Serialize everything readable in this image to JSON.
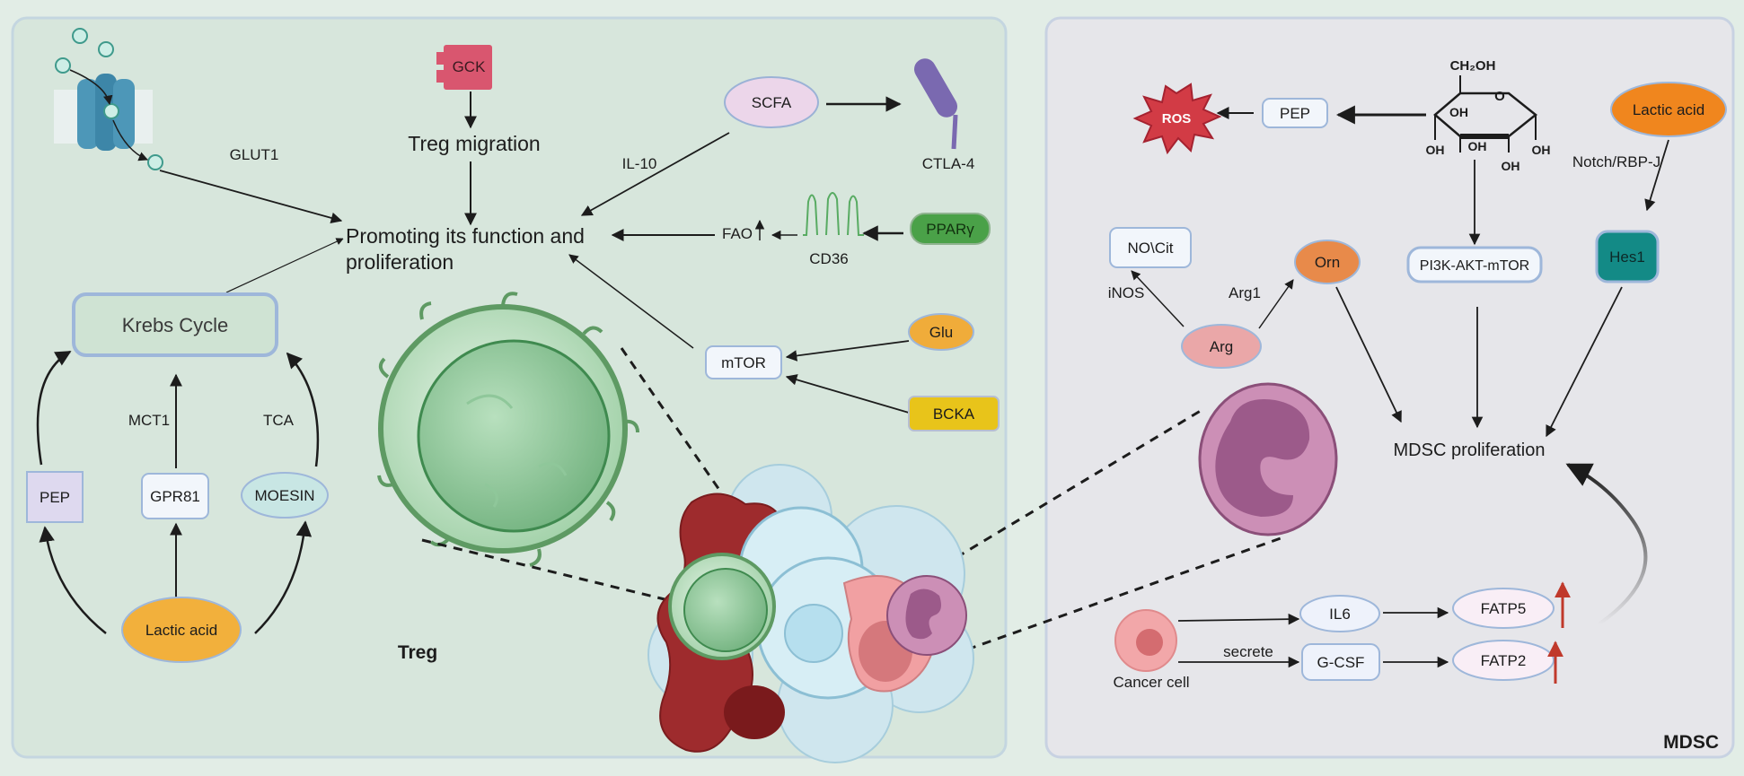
{
  "colors": {
    "background": "#e2ede6",
    "treg_panel": "#d7e6dc",
    "mdsc_panel": "#e6e6ea",
    "lactic_acid": "#f2b03c",
    "pparg": "#4aa148",
    "glu": "#f0ac3a",
    "bcka": "#e8c41a",
    "hes1": "#138a86",
    "orn": "#e88a4a",
    "arg": "#eaa7a8",
    "ros": "#d23b45",
    "gck": "#d9566f",
    "red_arrow": "#c0392b"
  },
  "treg": {
    "panel_label": "Treg",
    "glut1": "GLUT1",
    "gck": "GCK",
    "treg_migration": "Treg migration",
    "promoting_line1": "Promoting its function and",
    "promoting_line2": "proliferation",
    "il10": "IL-10",
    "scfa": "SCFA",
    "ctla4": "CTLA-4",
    "fao": "FAO",
    "cd36": "CD36",
    "pparg": "PPARγ",
    "krebs": "Krebs Cycle",
    "mtor": "mTOR",
    "glu": "Glu",
    "bcka": "BCKA",
    "mct1": "MCT1",
    "tca": "TCA",
    "pep": "PEP",
    "gpr81": "GPR81",
    "moesin": "MOESIN",
    "lactic_acid": "Lactic acid"
  },
  "mdsc": {
    "panel_label": "MDSC",
    "ros": "ROS",
    "pep": "PEP",
    "ch2oh": "CH₂OH",
    "oh": "OH",
    "ring_o": "O",
    "lactic_acid": "Lactic acid",
    "notch": "Notch/RBP-J",
    "hes1": "Hes1",
    "nocit": "NO\\Cit",
    "inos": "iNOS",
    "arg1": "Arg1",
    "orn": "Orn",
    "arg": "Arg",
    "pi3k": "PI3K-AKT-mTOR",
    "mdsc_prolif": "MDSC proliferation",
    "il6": "IL6",
    "gcsf": "G-CSF",
    "fatp5": "FATP5",
    "fatp2": "FATP2",
    "secrete": "secrete",
    "cancer_cell": "Cancer cell"
  }
}
